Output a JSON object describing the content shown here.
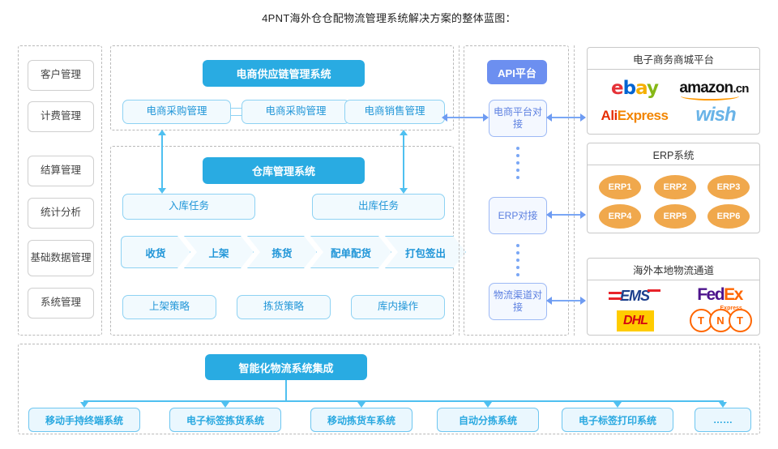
{
  "title": "4PNT海外仓仓配物流管理系统解决方案的整体蓝图：",
  "sidebar": {
    "items": [
      {
        "label": "客户管理"
      },
      {
        "label": "计费管理"
      },
      {
        "label": "结算管理"
      },
      {
        "label": "统计分析"
      },
      {
        "label": "基础数据管理"
      },
      {
        "label": "系统管理"
      }
    ]
  },
  "supply_chain": {
    "header": "电商供应链管理系统",
    "boxes": [
      {
        "label": "电商采购管理"
      },
      {
        "label": "电商采购管理"
      },
      {
        "label": "电商销售管理"
      }
    ]
  },
  "warehouse": {
    "header": "仓库管理系统",
    "tasks": [
      {
        "label": "入库任务"
      },
      {
        "label": "出库任务"
      }
    ],
    "steps": [
      {
        "label": "收货"
      },
      {
        "label": "上架"
      },
      {
        "label": "拣货"
      },
      {
        "label": "配单配货"
      },
      {
        "label": "打包签出"
      }
    ],
    "strategies": [
      {
        "label": "上架策略"
      },
      {
        "label": "拣货策略"
      },
      {
        "label": "库内操作"
      }
    ]
  },
  "api": {
    "header": "API平台",
    "boxes": [
      {
        "label": "电商平台对接"
      },
      {
        "label": "ERP对接"
      },
      {
        "label": "物流渠道对接"
      }
    ]
  },
  "panels": [
    {
      "title": "电子商务商城平台",
      "logos": [
        {
          "name": "ebay-logo",
          "text": "ebay"
        },
        {
          "name": "amazon-logo",
          "text": "amazon.cn"
        },
        {
          "name": "aliexpress-logo",
          "text": "AliExpress"
        },
        {
          "name": "wish-logo",
          "text": "wish"
        }
      ]
    },
    {
      "title": "ERP系统",
      "items": [
        {
          "label": "ERP1"
        },
        {
          "label": "ERP2"
        },
        {
          "label": "ERP3"
        },
        {
          "label": "ERP4"
        },
        {
          "label": "ERP5"
        },
        {
          "label": "ERP6"
        }
      ]
    },
    {
      "title": "海外本地物流通道",
      "logos": [
        {
          "name": "ems-logo",
          "text": "EMS"
        },
        {
          "name": "fedex-logo",
          "text": "FedEx"
        },
        {
          "name": "fedex-sub",
          "text": "Express"
        },
        {
          "name": "dhl-logo",
          "text": "DHL"
        },
        {
          "name": "tnt-logo",
          "text": "TNT"
        }
      ]
    }
  ],
  "bottom": {
    "header": "智能化物流系统集成",
    "boxes": [
      {
        "label": "移动手持终端系统"
      },
      {
        "label": "电子标签拣货系统"
      },
      {
        "label": "移动拣货车系统"
      },
      {
        "label": "自动分拣系统"
      },
      {
        "label": "电子标签打印系统"
      },
      {
        "label": "……"
      }
    ]
  },
  "colors": {
    "accent_blue": "#29ABE2",
    "api_purple": "#6C8FF0",
    "erp_orange": "#F0A84C"
  }
}
